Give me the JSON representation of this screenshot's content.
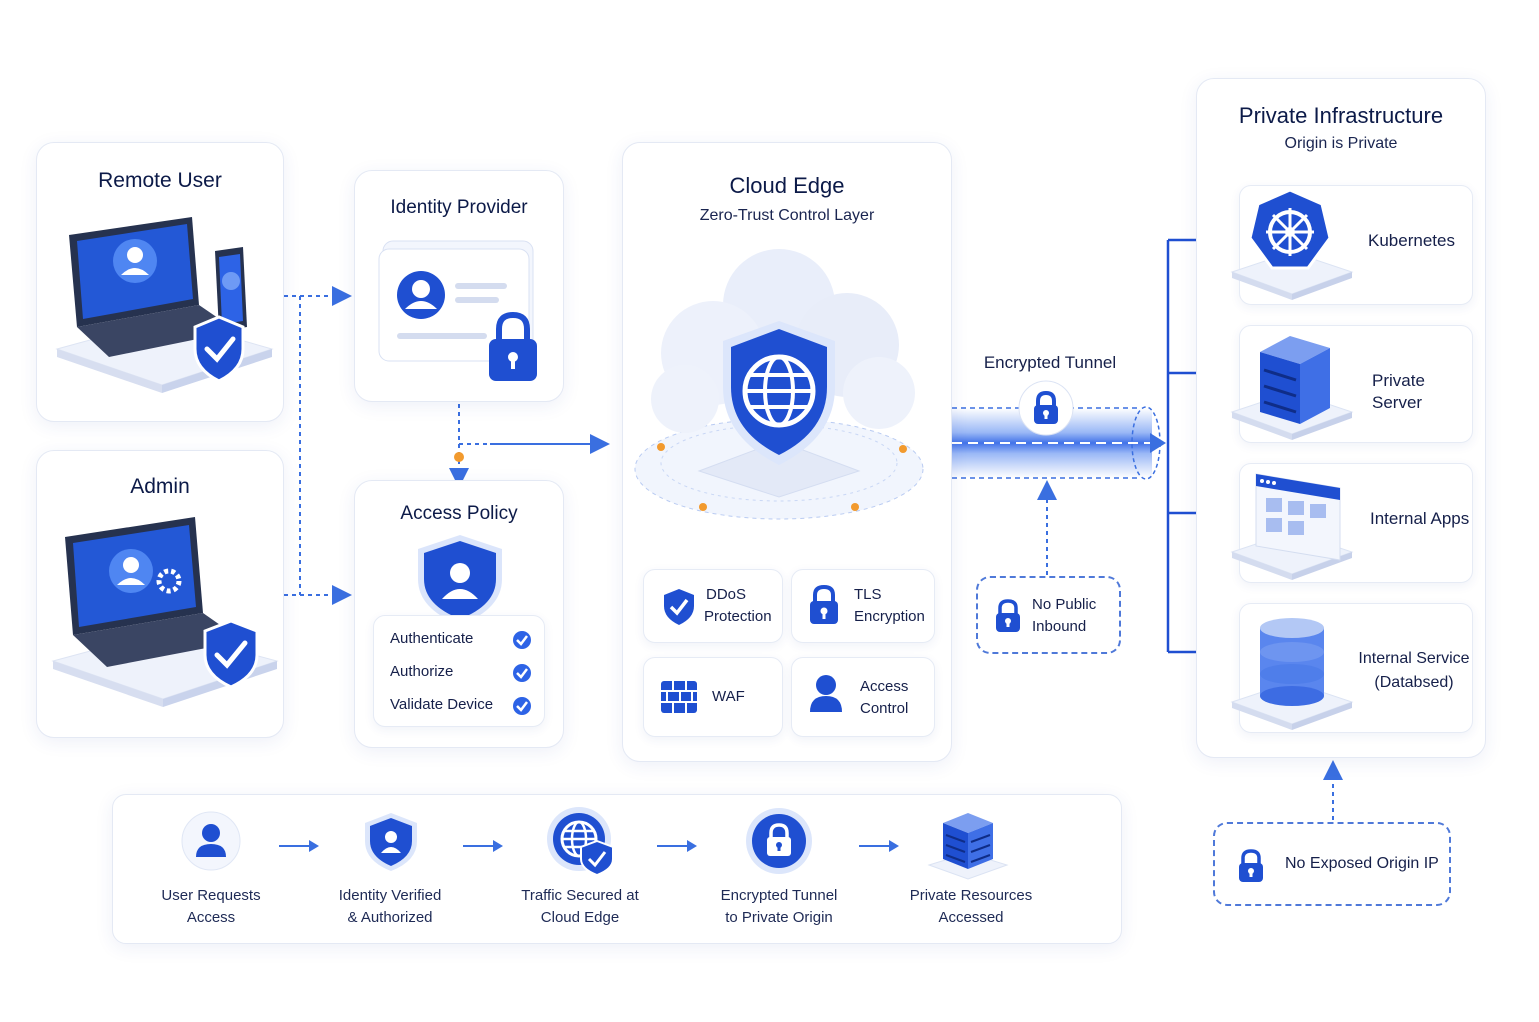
{
  "remote_user": {
    "title": "Remote User"
  },
  "admin": {
    "title": "Admin"
  },
  "identity_provider": {
    "title": "Identity Provider"
  },
  "access_policy": {
    "title": "Access Policy",
    "checks": [
      "Authenticate",
      "Authorize",
      "Validate Device"
    ]
  },
  "cloud_edge": {
    "title": "Cloud Edge",
    "subtitle": "Zero-Trust Control Layer",
    "features": [
      {
        "line1": "DDoS",
        "line2": "Protection",
        "icon": "shield-check-icon"
      },
      {
        "line1": "TLS",
        "line2": "Encryption",
        "icon": "lock-icon"
      },
      {
        "line1": "WAF",
        "line2": "",
        "icon": "firewall-icon"
      },
      {
        "line1": "Access",
        "line2": "Control",
        "icon": "user-icon"
      }
    ]
  },
  "tunnel": {
    "label": "Encrypted Tunnel",
    "no_public_inbound_line1": "No Public",
    "no_public_inbound_line2": "Inbound"
  },
  "private_infra": {
    "title": "Private Infrastructure",
    "subtitle": "Origin is Private",
    "items": [
      {
        "line1": "Kubernetes",
        "line2": "",
        "icon": "kubernetes-icon"
      },
      {
        "line1": "Private Server",
        "line2": "",
        "icon": "server-icon"
      },
      {
        "line1": "Internal Apps",
        "line2": "",
        "icon": "app-window-icon"
      },
      {
        "line1": "Internal Service",
        "line2": "(Databsed)",
        "icon": "database-icon"
      }
    ]
  },
  "no_exposed_origin": {
    "label": "No Exposed Origin IP"
  },
  "flow": {
    "steps": [
      {
        "line1": "User Requests",
        "line2": "Access",
        "icon": "user-icon"
      },
      {
        "line1": "Identity Verified",
        "line2": "& Authorized",
        "icon": "shield-user-icon"
      },
      {
        "line1": "Traffic Secured at",
        "line2": "Cloud Edge",
        "icon": "globe-shield-icon"
      },
      {
        "line1": "Encrypted Tunnel",
        "line2": "to Private Origin",
        "icon": "lock-icon"
      },
      {
        "line1": "Private Resources",
        "line2": "Accessed",
        "icon": "server-stack-icon"
      }
    ]
  },
  "colors": {
    "primary": "#1f4fd1",
    "accent_blue": "#2f6bef",
    "dot_orange": "#f29a2e",
    "line": "#3a6fe0",
    "title_text": "#0c1a48"
  }
}
